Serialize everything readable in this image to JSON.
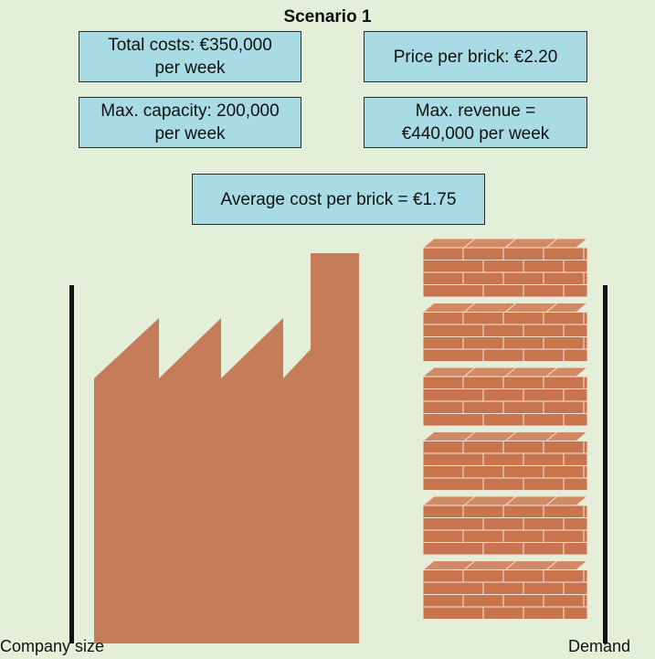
{
  "title": "Scenario 1",
  "boxes": {
    "total_costs": {
      "line1": "Total costs: €350,000",
      "line2": "per week"
    },
    "price": {
      "line1": "Price per brick: €2.20"
    },
    "max_capacity": {
      "line1": "Max. capacity: 200,000",
      "line2": "per week"
    },
    "max_revenue": {
      "line1": "Max. revenue =",
      "line2": "€440,000 per week"
    },
    "average_cost": {
      "line1": "Average cost per brick = €1.75"
    }
  },
  "captions": {
    "left": "Company size",
    "right": "Demand"
  },
  "colors": {
    "background": "#e3efd9",
    "box_fill": "#a9dbe4",
    "factory": "#c47d58",
    "brick": "#c8754e"
  },
  "brick_stacks": 6
}
